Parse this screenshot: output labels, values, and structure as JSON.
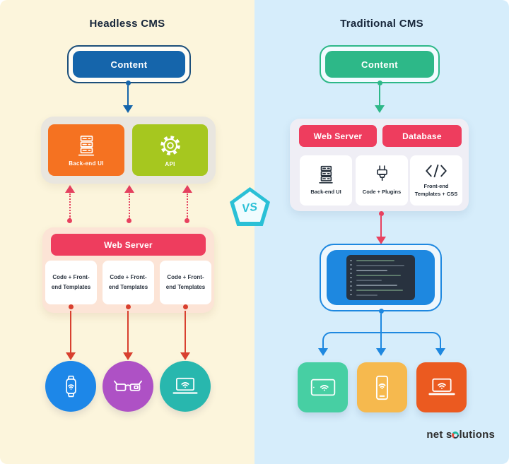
{
  "left": {
    "title": "Headless CMS",
    "content": "Content",
    "backend_ui": "Back-end UI",
    "api": "API",
    "web_server": "Web Server",
    "cards": [
      "Code + Front-end Templates",
      "Code + Front-end Templates",
      "Code + Front-end Templates"
    ],
    "devices": [
      "smartwatch",
      "smart-glasses",
      "laptop"
    ]
  },
  "vs": "VS",
  "right": {
    "title": "Traditional CMS",
    "content": "Content",
    "web_server": "Web Server",
    "database": "Database",
    "cards": [
      "Back-end UI",
      "Code + Plugins",
      "Front-end Templates + CSS"
    ],
    "devices": [
      "tablet",
      "smartphone",
      "laptop"
    ]
  },
  "logo": {
    "text": "net solutions",
    "part1": "net s",
    "part2": "lutions"
  },
  "colors": {
    "left_bg": "#fcf5dc",
    "right_bg": "#d6edfb",
    "content_blue": "#1565ab",
    "content_green": "#2db888",
    "backend_orange": "#f57221",
    "api_lime": "#a6c71f",
    "bar_red": "#ee3d5e",
    "dotted_red": "#e4415f",
    "solid_red": "#d8402f",
    "link_blue": "#1e88e0",
    "device_blue": "#1d87e8",
    "device_purple": "#ae51c5",
    "device_teal": "#28b7ae",
    "square_teal": "#47cfa3",
    "square_amber": "#f6b94e",
    "square_orange": "#eb5a20",
    "vs_teal": "#2ac0d6"
  }
}
